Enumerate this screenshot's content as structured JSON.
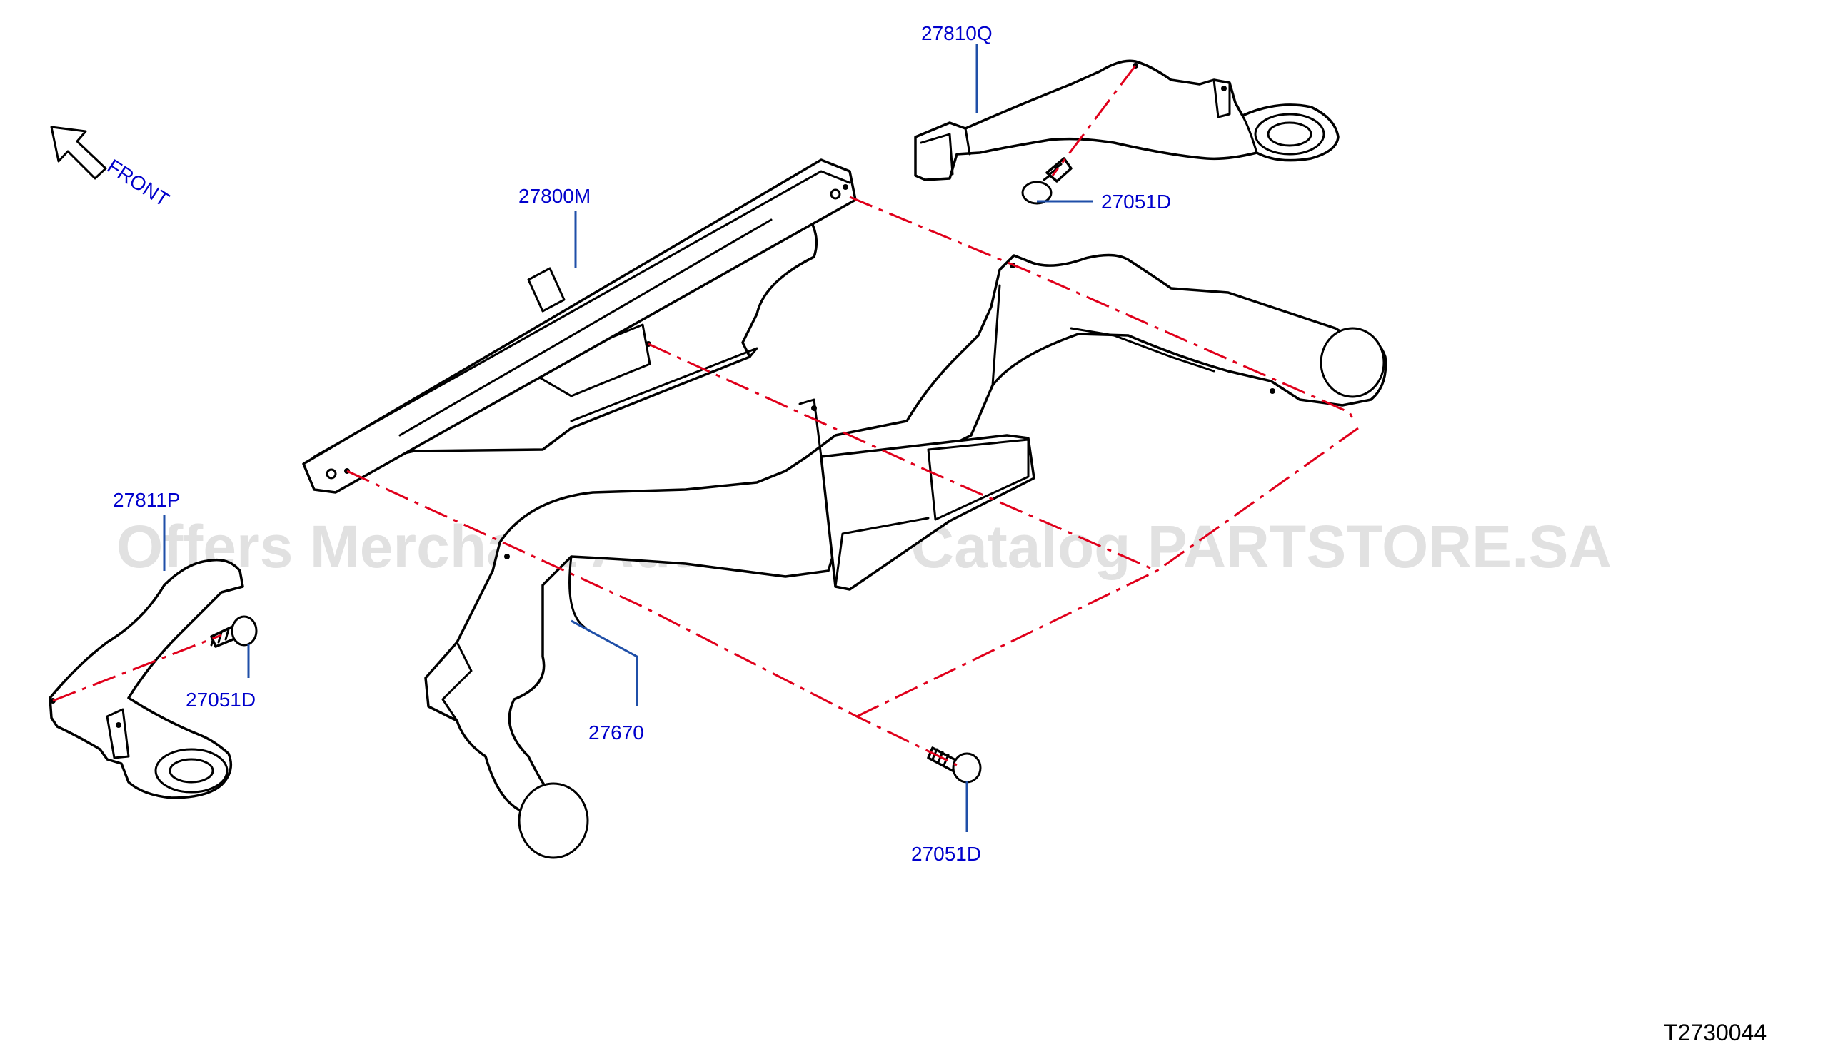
{
  "diagram": {
    "front_indicator": "FRONT",
    "figure_code": "T2730044",
    "watermark": "Offers Merchant Auto Parts Catalog PARTSTORE.SA",
    "part_labels": {
      "rear_duct_right": "27810Q",
      "center_duct": "27800M",
      "rear_duct_left": "27811P",
      "floor_duct": "27670",
      "screw_upper": "27051D",
      "screw_left": "27051D",
      "screw_lower": "27051D"
    },
    "colors": {
      "label_text": "#0000cc",
      "leader_line": "#1f4fa8",
      "phantom_line": "#e0001b",
      "outline": "#000000",
      "watermark": "#c9c9c9"
    }
  }
}
